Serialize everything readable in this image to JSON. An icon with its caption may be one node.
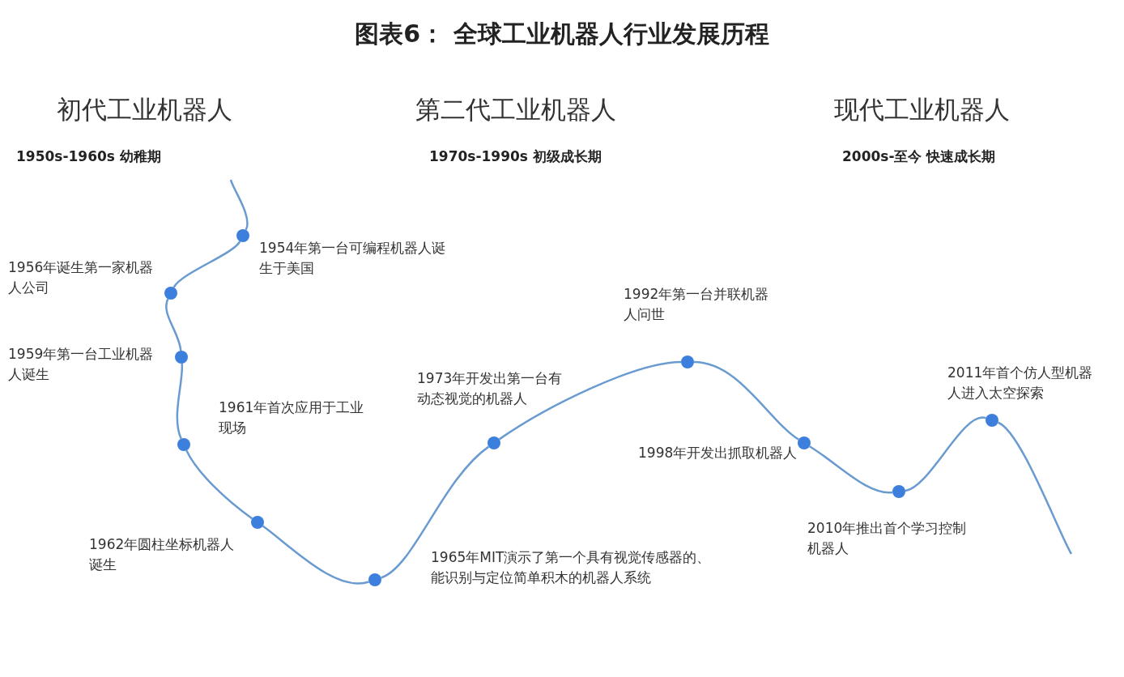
{
  "diagram": {
    "title": "图表6： 全球工业机器人行业发展历程",
    "nodes": [
      {
        "text": [],
        "shape": "circle",
        "beside": [
          "1954年第一台可编程机器人诞生于美国"
        ]
      },
      {
        "text": [],
        "shape": "circle",
        "beside": [
          "1956年诞生第一家机器人公司"
        ]
      },
      {
        "text": [],
        "shape": "circle",
        "beside": [
          "1959年第一台工业机器人诞生"
        ]
      },
      {
        "text": [],
        "shape": "circle",
        "beside": [
          "1961年首次应用于工业现场"
        ]
      },
      {
        "text": [],
        "shape": "circle",
        "beside": [
          "1962年圆柱坐标机器人诞生"
        ]
      },
      {
        "text": [],
        "shape": "circle",
        "beside": [
          "1965年MIT演示了第一个具有视觉传感器的、能识别与定位简单积木的机器人系统"
        ]
      },
      {
        "text": [],
        "shape": "circle",
        "beside": [
          "1973年开发出第一台有动态视觉的机器人"
        ]
      },
      {
        "text": [],
        "shape": "circle",
        "beside": [
          "1992年第一台并联机器人问世"
        ]
      },
      {
        "text": [],
        "shape": "circle",
        "beside": [
          "1998年开发出抓取机器人"
        ]
      },
      {
        "text": [],
        "shape": "circle",
        "beside": [
          "2010年推出首个学习控制机器人"
        ]
      },
      {
        "text": [],
        "shape": "circle",
        "beside": [
          "2011年首个仿人型机器人进入太空探索"
        ]
      }
    ],
    "edges": [
      {
        "from": null,
        "to": 0,
        "arrow": "none"
      },
      {
        "from": 0,
        "to": 1,
        "arrow": "none"
      },
      {
        "from": 1,
        "to": 2,
        "arrow": "none"
      },
      {
        "from": 2,
        "to": 3,
        "arrow": "none"
      },
      {
        "from": 3,
        "to": 4,
        "arrow": "none"
      },
      {
        "from": 4,
        "to": 5,
        "arrow": "none"
      },
      {
        "from": 5,
        "to": 6,
        "arrow": "none"
      },
      {
        "from": 6,
        "to": 7,
        "arrow": "none"
      },
      {
        "from": 7,
        "to": 8,
        "arrow": "none"
      },
      {
        "from": 8,
        "to": 9,
        "arrow": "none"
      },
      {
        "from": 9,
        "to": 10,
        "arrow": "none"
      },
      {
        "from": 10,
        "to": null,
        "arrow": "none"
      }
    ],
    "labels": [
      "初代工业机器人",
      "第二代工业机器人",
      "现代工业机器人",
      "1950s-1960s 幼稚期",
      "1970s-1990s 初级成长期",
      "2000s-至今 快速成长期"
    ]
  }
}
